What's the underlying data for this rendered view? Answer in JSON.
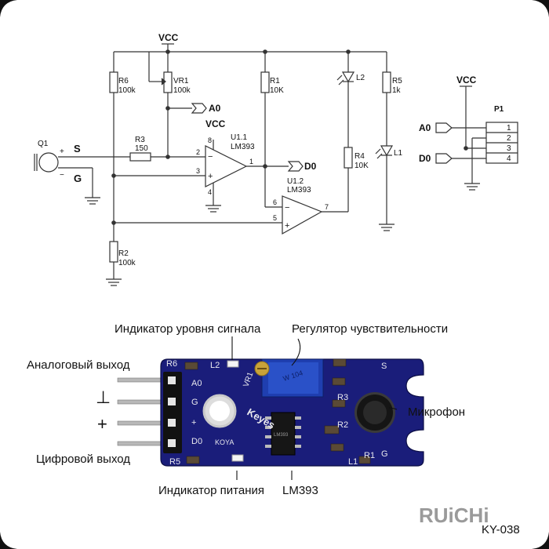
{
  "schematic": {
    "vcc_main": "VCC",
    "vcc_comparator": "VCC",
    "vcc_connector": "VCC",
    "q1_label": "Q1",
    "q1_plus": "+",
    "q1_minus": "−",
    "signal_label": "S",
    "ground_label": "G",
    "r6": {
      "name": "R6",
      "value": "100k"
    },
    "vr1": {
      "name": "VR1",
      "value": "100k"
    },
    "r1": {
      "name": "R1",
      "value": "10K"
    },
    "r5": {
      "name": "R5",
      "value": "1k"
    },
    "r3": {
      "name": "R3",
      "value": "150"
    },
    "r4": {
      "name": "R4",
      "value": "10K"
    },
    "r2": {
      "name": "R2",
      "value": "100k"
    },
    "l1": "L1",
    "l2": "L2",
    "a0": "A0",
    "d0": "D0",
    "u1_1": {
      "name": "U1.1",
      "part": "LM393"
    },
    "u1_2": {
      "name": "U1.2",
      "part": "LM393"
    },
    "pins": {
      "p8": "8",
      "p4": "4",
      "p2": "2",
      "p3": "3",
      "p1": "1",
      "p6": "6",
      "p5": "5",
      "p7": "7"
    },
    "connector": {
      "name": "P1",
      "pins": [
        "1",
        "2",
        "3",
        "4"
      ],
      "a0": "A0",
      "d0": "D0"
    }
  },
  "board": {
    "silk": {
      "r6": "R6",
      "l2": "L2",
      "vr1": "VR1",
      "a0": "A0",
      "g": "G",
      "plus": "+",
      "d0": "D0",
      "r5": "R5",
      "l1": "L1",
      "r3": "R3",
      "r2": "R2",
      "r1": "R1",
      "s": "S",
      "g2": "G",
      "brand": "Keyes",
      "trimmer": "W 104",
      "ic": "LM393",
      "koya": "KOYA"
    }
  },
  "annotations": {
    "signal_led": "Индикатор уровня сигнала",
    "sensitivity": "Регулятор чувствительности",
    "analog_out": "Аналоговый выход",
    "ground_symbol": "⊥",
    "plus_symbol": "+",
    "digital_out": "Цифровой выход",
    "microphone": "Микрофон",
    "power_led": "Индикатор питания",
    "ic_name": "LM393"
  },
  "footer": {
    "brand": "RUiCHi",
    "model": "KY-038"
  }
}
